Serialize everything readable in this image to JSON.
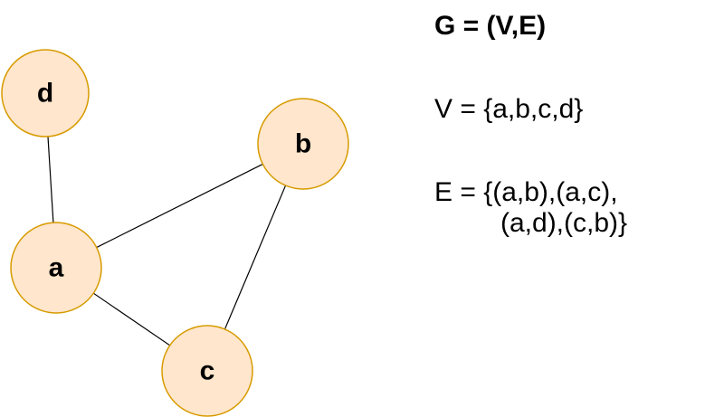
{
  "formulas": {
    "graph_definition": "G = (V,E)",
    "vertex_set": "V = {a,b,c,d}",
    "edge_set_line1": "E = {(a,b),(a,c),",
    "edge_set_line2": "(a,d),(c,b)}"
  },
  "graph": {
    "nodes": [
      {
        "id": "d",
        "label": "d"
      },
      {
        "id": "b",
        "label": "b"
      },
      {
        "id": "a",
        "label": "a"
      },
      {
        "id": "c",
        "label": "c"
      }
    ],
    "edges": [
      {
        "from": "d",
        "to": "a"
      },
      {
        "from": "a",
        "to": "b"
      },
      {
        "from": "a",
        "to": "c"
      },
      {
        "from": "c",
        "to": "b"
      }
    ],
    "colors": {
      "node_fill": "#FFE6CC",
      "node_stroke": "#D79B00",
      "edge": "#000000",
      "label": "#000000"
    }
  }
}
